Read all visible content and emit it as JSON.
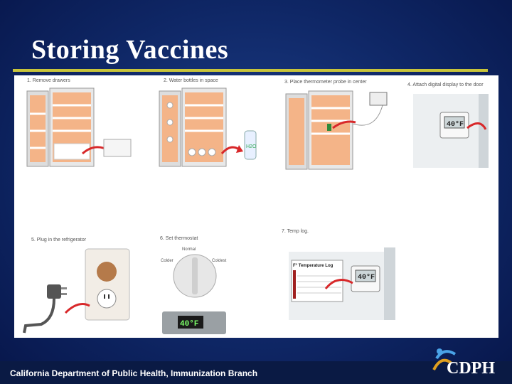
{
  "slide": {
    "title": "Storing Vaccines"
  },
  "steps": [
    {
      "label": "1. Remove drawers"
    },
    {
      "label": "2. Water bottles in space"
    },
    {
      "label": "3. Place thermometer probe in center"
    },
    {
      "label": "4. Attach digital display to the door"
    },
    {
      "label": "5. Plug in the refrigerator"
    },
    {
      "label": "6. Set thermostat"
    },
    {
      "label": "7. Temp log."
    }
  ],
  "illustrations": {
    "bottle_text": "H2O",
    "display_reading": "40°F",
    "log_title": "F° Temperature Log",
    "thermostat_colder": "Colder",
    "thermostat_normal": "Normal",
    "thermostat_coldest": "Coldest"
  },
  "footer": {
    "text": "California Department of Public Health, Immunization Branch",
    "logo_text": "CDPH"
  },
  "colors": {
    "background": "#0f2766",
    "title_rule": "#c8c43a",
    "arrow": "#d8282a",
    "fridge_interior": "#f4b488"
  }
}
